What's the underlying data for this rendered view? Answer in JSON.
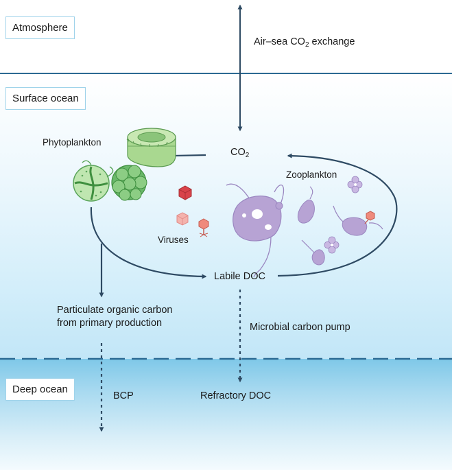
{
  "zones": {
    "atmosphere": "Atmosphere",
    "surface": "Surface ocean",
    "deep": "Deep ocean"
  },
  "labels": {
    "air_sea_prefix": "Air–sea CO",
    "air_sea_sub": "2",
    "air_sea_suffix": " exchange",
    "co2_main": "CO",
    "co2_sub": "2",
    "phytoplankton": "Phytoplankton",
    "zooplankton": "Zooplankton",
    "viruses": "Viruses",
    "labile_doc": "Labile DOC",
    "poc_line1": "Particulate organic carbon",
    "poc_line2": "from primary production",
    "microbial_pump": "Microbial carbon pump",
    "bcp": "BCP",
    "refractory_doc": "Refractory DOC"
  },
  "colors": {
    "arrow": "#2e4a63",
    "boundary": "#2c6a93",
    "phyto_green": "#7cc47a",
    "zoo_purple": "#b7a3d4",
    "virus_red": "#d9434a",
    "virus_pink": "#f0a7a3",
    "zone_border": "#9fd3ea"
  }
}
